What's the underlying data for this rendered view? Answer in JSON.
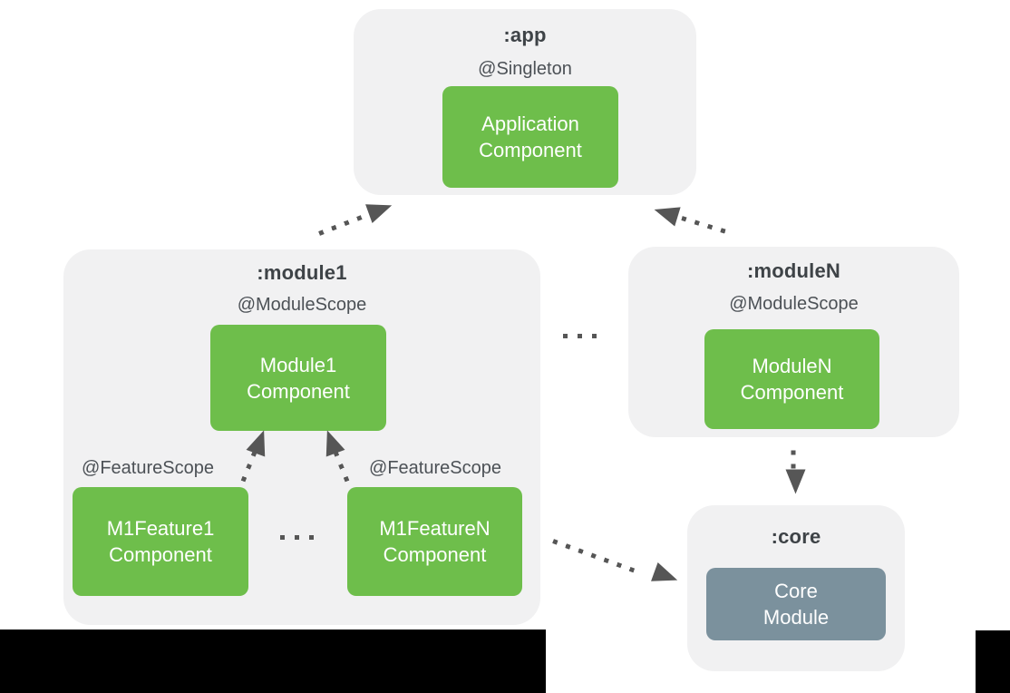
{
  "app": {
    "title": ":app",
    "scope": "@Singleton",
    "component": {
      "line1": "Application",
      "line2": "Component"
    }
  },
  "module1": {
    "title": ":module1",
    "scope": "@ModuleScope",
    "component": {
      "line1": "Module1",
      "line2": "Component"
    },
    "features": [
      {
        "scope": "@FeatureScope",
        "component": {
          "line1": "M1Feature1",
          "line2": "Component"
        }
      },
      {
        "scope": "@FeatureScope",
        "component": {
          "line1": "M1FeatureN",
          "line2": "Component"
        }
      }
    ]
  },
  "moduleN": {
    "title": ":moduleN",
    "scope": "@ModuleScope",
    "component": {
      "line1": "ModuleN",
      "line2": "Component"
    }
  },
  "core": {
    "title": ":core",
    "component": {
      "line1": "Core",
      "line2": "Module"
    }
  },
  "edges": [
    {
      "from": ":module1",
      "to": ":app",
      "style": "dotted-arrow"
    },
    {
      "from": ":moduleN",
      "to": ":app",
      "style": "dotted-arrow"
    },
    {
      "from": "M1Feature1 Component",
      "to": "Module1 Component",
      "style": "dotted-arrow"
    },
    {
      "from": "M1FeatureN Component",
      "to": "Module1 Component",
      "style": "dotted-arrow"
    },
    {
      "from": ":moduleN",
      "to": ":core",
      "style": "dotted-arrow"
    },
    {
      "from": ":module1",
      "to": ":core",
      "style": "dotted-arrow"
    }
  ],
  "separators": [
    {
      "between": [
        ":module1",
        ":moduleN"
      ],
      "glyph": "three-square-dots"
    },
    {
      "between": [
        "M1Feature1 Component",
        "M1FeatureN Component"
      ],
      "glyph": "three-square-dots"
    }
  ],
  "colors": {
    "background": "#ffffff",
    "container_bg": "#f1f1f2",
    "component_green": "#6ebe4b",
    "core_slate": "#7b919d",
    "arrow_gray": "#565656",
    "title_text": "#3e4347",
    "label_text": "#4c5156",
    "component_text": "#ffffff",
    "letterbox": "#000000"
  }
}
